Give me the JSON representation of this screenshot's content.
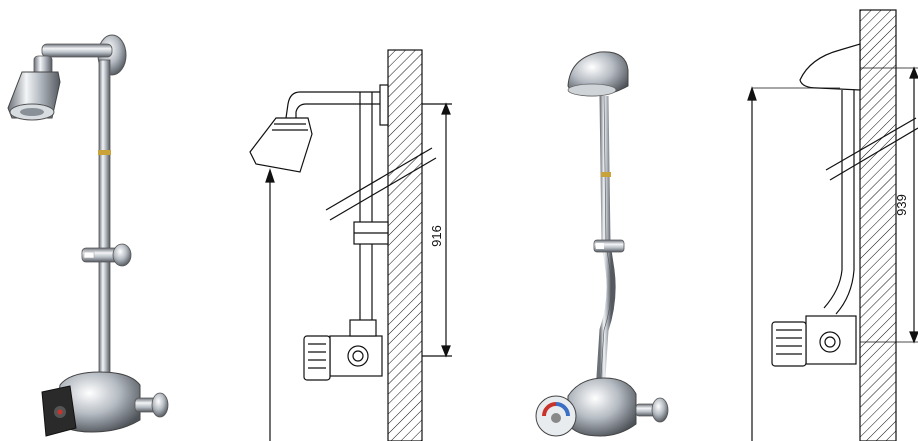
{
  "figure": {
    "panels": [
      {
        "id": "photo-exposed-shower",
        "kind": "photo"
      },
      {
        "id": "drawing-exposed-shower",
        "kind": "line-drawing",
        "dimension": "916"
      },
      {
        "id": "photo-fixed-head-shower",
        "kind": "photo"
      },
      {
        "id": "drawing-fixed-head-shower",
        "kind": "line-drawing",
        "dimension": "939"
      }
    ]
  },
  "colors": {
    "chrome_dark": "#5a5f66",
    "chrome_mid": "#a9afb6",
    "chrome_light": "#eef1f4",
    "brass_band": "#c9a23a",
    "handle_black": "#2a2a2a",
    "valve_red": "#c8342c",
    "valve_blue": "#3a6fc4",
    "line": "#111111"
  }
}
